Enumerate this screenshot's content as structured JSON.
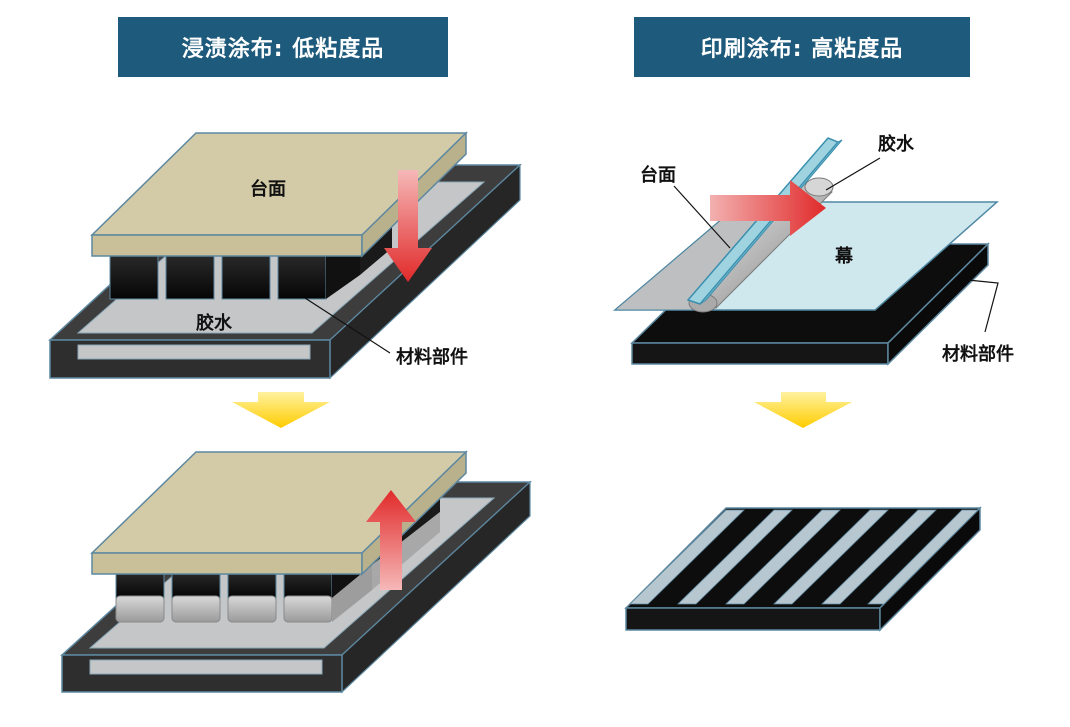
{
  "titles": {
    "dip": "浸渍涂布: 低粘度品",
    "print": "印刷涂布: 高粘度品"
  },
  "labels": {
    "stage_dip": "台面",
    "glue_dip": "胶水",
    "parts_dip": "材料部件",
    "stage_print": "台面",
    "glue_print": "胶水",
    "screen_print": "幕",
    "parts_print": "材料部件"
  },
  "colors": {
    "title_bg": "#1e5a7c",
    "stage_top": "#d3cba7",
    "tray_frame": "#3d3d3d",
    "glue_fill": "#c4c6c8",
    "screen": "#cfe8ee",
    "process_arrow": "#e23b3b",
    "step_arrow": "#ffd300"
  }
}
